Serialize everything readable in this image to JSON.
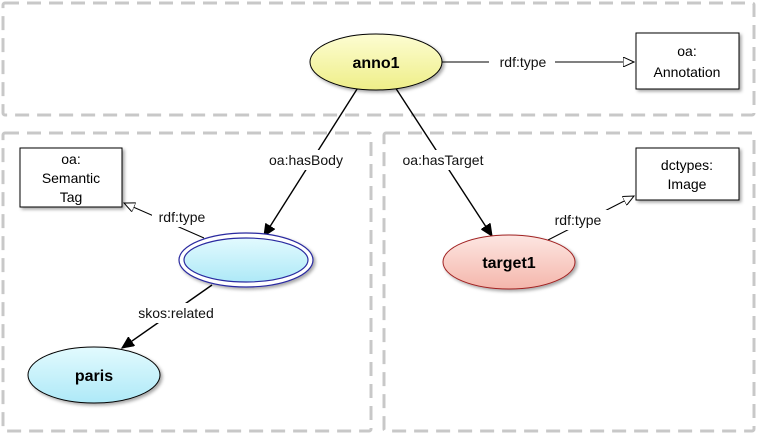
{
  "nodes": {
    "anno1": {
      "label": "anno1",
      "fill": "#f7f7a8"
    },
    "body": {
      "label": "",
      "fill": "#c9f2fb",
      "stroke": "#2222aa"
    },
    "target1": {
      "label": "target1",
      "fill": "#f9d2cc"
    },
    "paris": {
      "label": "paris",
      "fill": "#c9f2fb"
    }
  },
  "boxes": {
    "annotation": {
      "line1": "oa:",
      "line2": "Annotation"
    },
    "semantic_tag": {
      "line1": "oa:",
      "line2": "Semantic",
      "line3": "Tag"
    },
    "image": {
      "line1": "dctypes:",
      "line2": "Image"
    }
  },
  "edges": {
    "anno_type": "rdf:type",
    "has_body": "oa:hasBody",
    "has_target": "oa:hasTarget",
    "body_type": "rdf:type",
    "target_type": "rdf:type",
    "skos_related": "skos:related"
  }
}
